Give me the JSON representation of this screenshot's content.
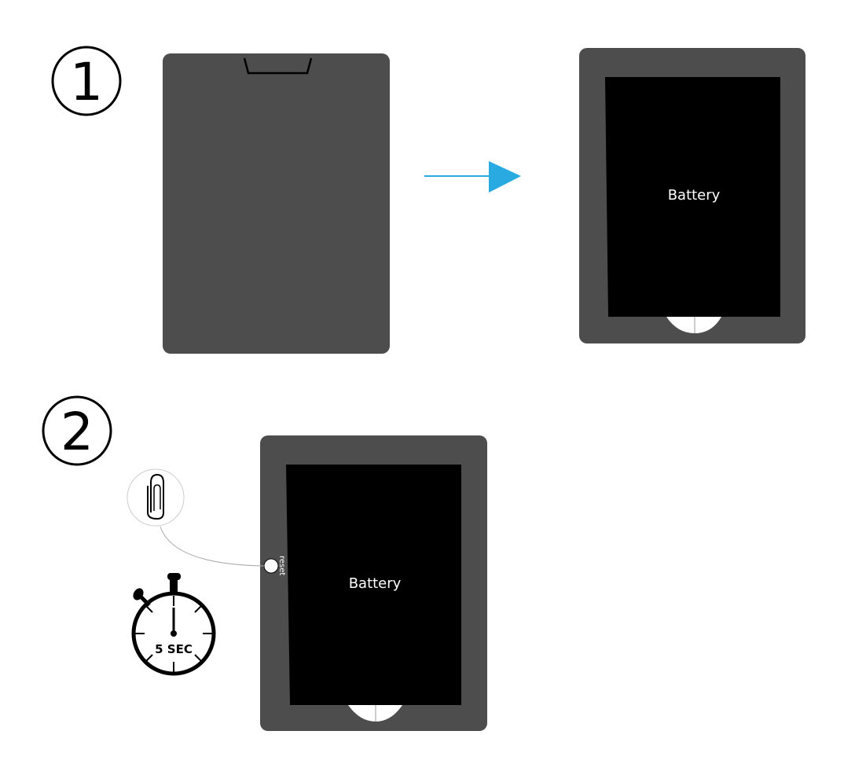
{
  "steps": [
    {
      "number": "1",
      "battery_label": "Battery"
    },
    {
      "number": "2",
      "battery_label": "Battery",
      "reset_label": "reset",
      "timer_label": "5 SEC"
    }
  ],
  "colors": {
    "device": "#4d4d4d",
    "battery": "#000000",
    "arrow": "#29abe2"
  }
}
